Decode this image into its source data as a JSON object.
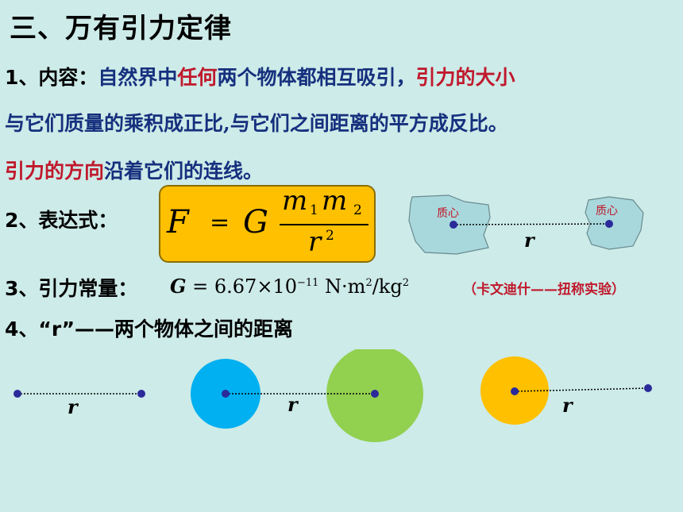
{
  "title": "三、万有引力定律",
  "content": {
    "label": "1、内容：",
    "l1_a": "自然界中",
    "l1_b": "任何",
    "l1_c": "两个物体都相互吸引，",
    "l1_d": "引力的大小",
    "l2": "与它们质量的乘积成正比,与它们之间距离的平方成反比。",
    "l3_a": "引力的方向",
    "l3_b": "沿着它们的连线。"
  },
  "expression": {
    "label": "2、表达式：",
    "F": "F",
    "eq": "=",
    "G": "G",
    "m1": "m",
    "sub1": "1",
    "m2": "m",
    "sub2": "2",
    "r": "r",
    "sup": "2"
  },
  "mass_center_diagram": {
    "left_label": "质心",
    "right_label": "质心",
    "r": "r"
  },
  "constant": {
    "label": "3、引力常量：",
    "G": "G",
    "eq_value": "= 6.67×10",
    "exp": "−11",
    "unit_a": "N·m",
    "unit_exp": "2",
    "unit_b": "/kg",
    "unit_exp2": "2",
    "note": "（卡文迪什——扭称实验）"
  },
  "distance_def": {
    "text": "4、“r”——两个物体之间的距离"
  },
  "examples": {
    "r1": "r",
    "r2": "r",
    "r3": "r"
  },
  "colors": {
    "background": "#cdebe8",
    "blue_text": "#16307e",
    "red_text": "#c0182c",
    "formula_box": "#ffc000",
    "sphere_blue": "#00b0f0",
    "sphere_green": "#92d050",
    "sphere_orange": "#ffc000",
    "blob": "#a8d8dc",
    "dot": "#2a2a9a"
  }
}
